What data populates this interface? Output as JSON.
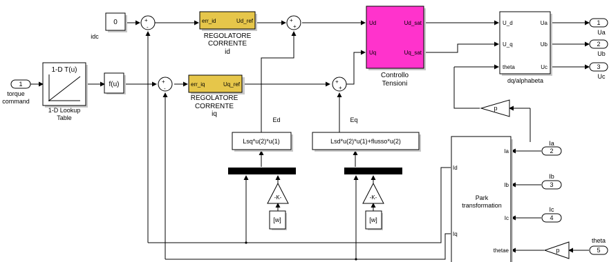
{
  "colors": {
    "regulator_fill": "#e6c64a",
    "controllo_fill": "#ff33cc",
    "bus_fill": "#000000"
  },
  "blocks": {
    "inport_torque": {
      "num": "1",
      "label_1": "torque",
      "label_2": "command"
    },
    "lookup": {
      "title": "1-D T(u)",
      "label_1": "1-D Lookup",
      "label_2": "Table"
    },
    "fcn": {
      "expr": "f(u)"
    },
    "const": {
      "value": "0",
      "label": "idc"
    },
    "reg_d": {
      "in": "err_id",
      "out": "Ud_ref",
      "label_1": "REGOLATORE",
      "label_2": "CORRENTE",
      "label_3": "id"
    },
    "reg_q": {
      "in": "err_iq",
      "out": "Uq_ref",
      "label_1": "REGOLATORE",
      "label_2": "CORRENTE",
      "label_3": "iq"
    },
    "controllo": {
      "in_1": "Ud",
      "in_2": "Uq",
      "out_1": "Ud_sat",
      "out_2": "Uq_sat",
      "label_1": "Controllo",
      "label_2": "Tensioni"
    },
    "dq": {
      "in_1": "U_d",
      "in_2": "U_q",
      "in_3": "theta",
      "out_1": "Ua",
      "out_2": "Ub",
      "out_3": "Uc",
      "label": "dq/alphabeta"
    },
    "outports": [
      {
        "num": "1",
        "label": "Ua"
      },
      {
        "num": "2",
        "label": "Ub"
      },
      {
        "num": "3",
        "label": "Uc"
      }
    ],
    "gain_p_top": {
      "text": "p"
    },
    "gain_p_bottom": {
      "text": "p"
    },
    "fcn_ed": {
      "expr": "Lsq*u(2)*u(1)",
      "label": "Ed"
    },
    "fcn_eq": {
      "expr": "Lsd*u(2)*u(1)+flusso*u(2)",
      "label": "Eq"
    },
    "gain_k_left": {
      "text": "-K-"
    },
    "gain_k_right": {
      "text": "-K-"
    },
    "goto_w_left": {
      "text": "[w]"
    },
    "goto_w_right": {
      "text": "[w]"
    },
    "park": {
      "out_1": "Id",
      "out_2": "Iq",
      "in_1": "Ia",
      "in_2": "Ib",
      "in_3": "Ic",
      "in_4": "thetae",
      "label_1": "Park",
      "label_2": "transformation"
    },
    "inports_right": [
      {
        "num": "2",
        "label": "Ia"
      },
      {
        "num": "3",
        "label": "Ib"
      },
      {
        "num": "4",
        "label": "Ic"
      },
      {
        "num": "5",
        "label": "theta"
      }
    ]
  },
  "sum_signs": {
    "s1_a": "+",
    "s1_b": "-",
    "s2_a": "+",
    "s2_b": "-",
    "s3_a": "+",
    "s3_b": "+",
    "s4_a": "+",
    "s4_b": "+"
  }
}
